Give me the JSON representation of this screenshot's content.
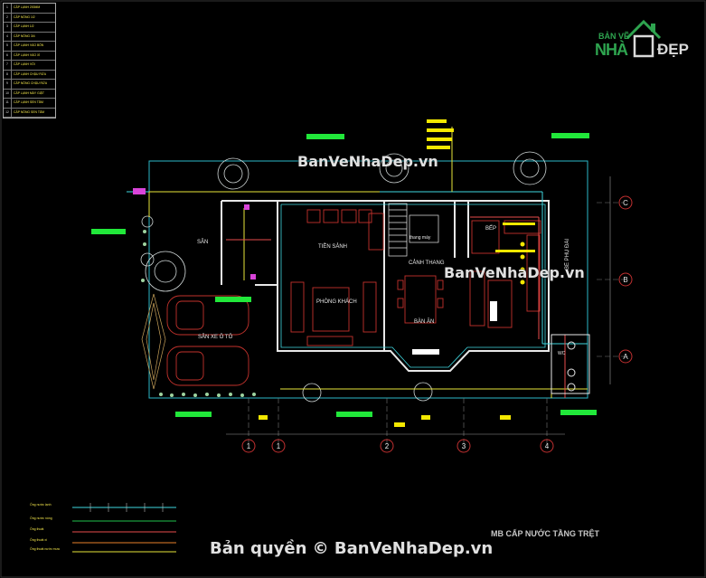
{
  "legend_table": {
    "rows": [
      {
        "num": "1",
        "text": "CẤP LẠNH 200MM"
      },
      {
        "num": "2",
        "text": "CẤP NÓNG 1/2"
      },
      {
        "num": "3",
        "text": "CẤP LẠNH 1/2"
      },
      {
        "num": "4",
        "text": "CẤP NÓNG 3/4"
      },
      {
        "num": "5",
        "text": "CẤP LẠNH VÀO BỒN"
      },
      {
        "num": "6",
        "text": "CẤP LẠNH VÀO XÍ"
      },
      {
        "num": "7",
        "text": "CẤP LẠNH VÒI"
      },
      {
        "num": "8",
        "text": "CẤP LẠNH CHẬU RỬA"
      },
      {
        "num": "9",
        "text": "CẤP NÓNG CHẬU RỬA"
      },
      {
        "num": "10",
        "text": "CẤP LẠNH MÁY GIẶT"
      },
      {
        "num": "11",
        "text": "CẤP LẠNH SEN TẮM"
      },
      {
        "num": "12",
        "text": "CẤP NÓNG SEN TẮM"
      }
    ]
  },
  "rooms": {
    "san": "SÂN",
    "tien_sanh": "TIỀN SẢNH",
    "phong_khach": "PHÒNG KHÁCH",
    "san_xe_oto": "SÂN XE Ô TÔ",
    "thang_may": "thang máy",
    "canh_thang": "CẢNH THANG",
    "ban_an": "BÀN ĂN",
    "bep": "BẾP",
    "be_phu_dai": "BỂ PHỤ ĐÀI",
    "wc": "WC"
  },
  "grid_axes": {
    "columns": [
      "1",
      "1",
      "2",
      "3",
      "4"
    ],
    "rows": [
      "C",
      "B",
      "A"
    ]
  },
  "sheet_title": "MB CẤP NƯỚC TẦNG TRỆT",
  "watermarks": {
    "top": "BanVeNhaDep.vn",
    "middle": "BanVeNhaDep.vn",
    "bottom": "Bản quyền © BanVeNhaDep.vn"
  },
  "logo": {
    "top": "BẢN VẼ",
    "main": "NHÀ",
    "accent": "ĐẸP"
  },
  "line_legend": [
    {
      "label": "Ống nước lạnh",
      "color": "#3fd8e0"
    },
    {
      "label": "Ống nước nóng",
      "color": "#21c24b"
    },
    {
      "label": "Ống thoát",
      "color": "#e84b4b"
    },
    {
      "label": "Ống thoát xí",
      "color": "#e87f2a"
    },
    {
      "label": "Ống thoát nước mưa",
      "color": "#e8e63a"
    }
  ],
  "colors": {
    "wall": "#e8e8e8",
    "wall_outline": "#3fd8e0",
    "cold_pipe": "#3fd8e0",
    "hot_pipe": "#e8e63a",
    "drain": "#e84b4b",
    "furniture": "#c2322c",
    "tree": "#cfd8d8",
    "label_bar": "#21e83a",
    "axis": "#c03030",
    "dim_tag": "#f4e800"
  }
}
